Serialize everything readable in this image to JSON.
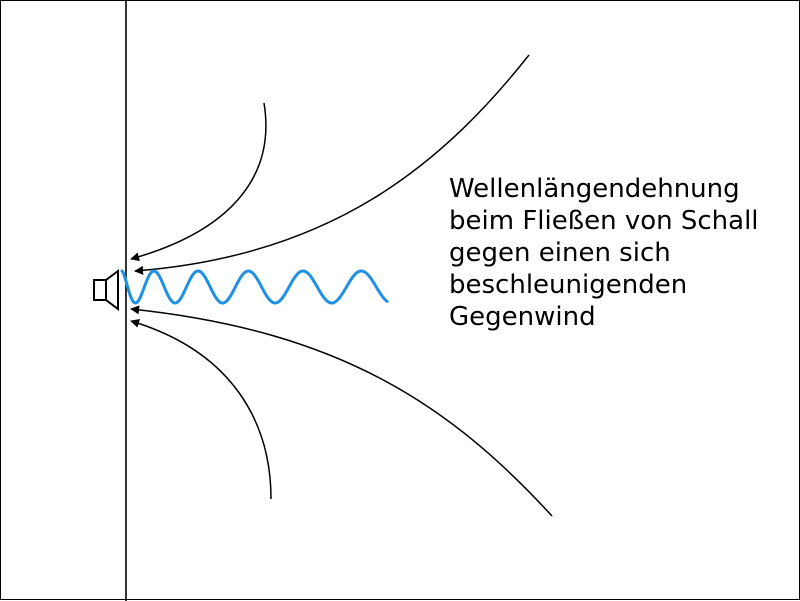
{
  "caption": {
    "lines": [
      "Wellenlängendehnung",
      "beim Fließen von Schall",
      "gegen einen sich",
      "beschleunigenden",
      "Gegenwind"
    ]
  },
  "colors": {
    "wave": "#1e90e6",
    "ink": "#000000",
    "background": "#ffffff"
  },
  "icons": {
    "source": "speaker-icon"
  }
}
